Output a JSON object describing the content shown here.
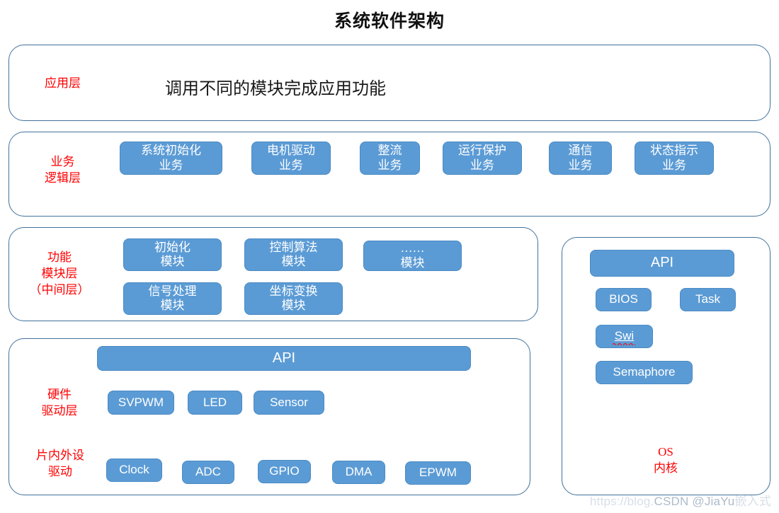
{
  "title": "系统软件架构",
  "colors": {
    "node_fill": "#5B9BD5",
    "node_border": "#4A8AC4",
    "container_border": "#41719C",
    "label_red": "#FF0000",
    "background": "#FFFFFF",
    "watermark": "#B9C4D1"
  },
  "layers": {
    "application": {
      "label": "应用层",
      "description": "调用不同的模块完成应用功能"
    },
    "business": {
      "label": "业务\n逻辑层",
      "items": [
        {
          "label": "系统初始化\n业务"
        },
        {
          "label": "电机驱动\n业务"
        },
        {
          "label": "整流\n业务"
        },
        {
          "label": "运行保护\n业务"
        },
        {
          "label": "通信\n业务"
        },
        {
          "label": "状态指示\n业务"
        }
      ]
    },
    "function_module": {
      "label": "功能\n模块层\n（中间层）",
      "row1": [
        {
          "label": "初始化\n模块"
        },
        {
          "label": "控制算法\n模块"
        },
        {
          "label": "……\n模块"
        }
      ],
      "row2": [
        {
          "label": "信号处理\n模块"
        },
        {
          "label": "坐标变换\n模块"
        }
      ]
    },
    "hardware_driver": {
      "label": "硬件\n驱动层",
      "api": "API",
      "items": [
        {
          "label": "SVPWM"
        },
        {
          "label": "LED"
        },
        {
          "label": "Sensor"
        }
      ]
    },
    "onchip_peripheral": {
      "label": "片内外设\n驱动",
      "items": [
        {
          "label": "Clock"
        },
        {
          "label": "ADC"
        },
        {
          "label": "GPIO"
        },
        {
          "label": "DMA"
        },
        {
          "label": "EPWM"
        }
      ]
    },
    "os_kernel": {
      "label": "OS\n内核",
      "api": "API",
      "items": [
        {
          "label": "BIOS"
        },
        {
          "label": "Task"
        },
        {
          "label": "Swi",
          "misspelled": true
        },
        {
          "label": "Semaphore"
        }
      ]
    }
  },
  "watermark": {
    "prefix": "https://blog.",
    "main": "CSDN @JiaYu",
    "suffix": "嵌入式"
  }
}
